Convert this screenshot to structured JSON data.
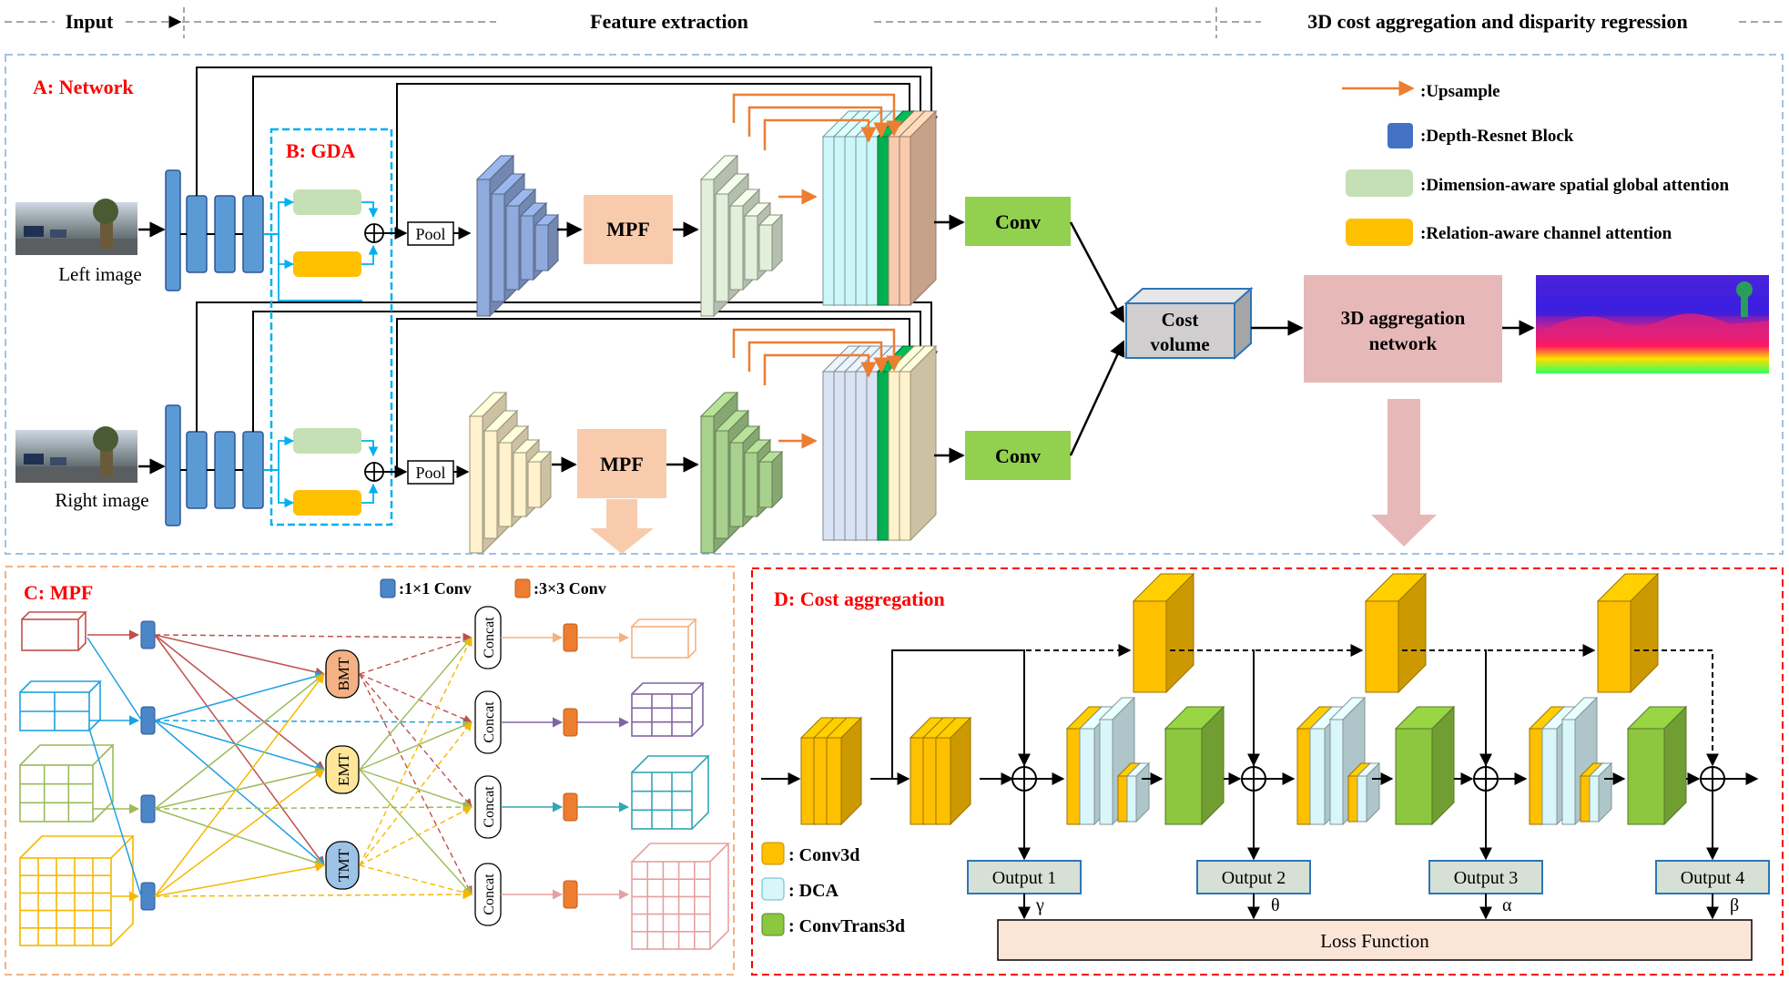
{
  "headers": {
    "input": "Input",
    "feature_extraction": "Feature extraction",
    "aggregation": "3D cost aggregation and disparity regression"
  },
  "panel_a": {
    "title": "A: Network",
    "left_image_label": "Left image",
    "right_image_label": "Right image",
    "gda_title": "B: GDA",
    "pool_label": "Pool",
    "mpf_label": "MPF",
    "conv_label": "Conv",
    "cost_volume_label": [
      "Cost",
      "volume"
    ],
    "aggregation_network_label": [
      "3D aggregation",
      "network"
    ],
    "plus_symbol": "⊕"
  },
  "legend_a": [
    {
      "label": ":Upsample",
      "kind": "arrow",
      "color": "#ed7d31"
    },
    {
      "label": ":Depth-Resnet Block",
      "kind": "box",
      "color": "#4472c4"
    },
    {
      "label": ":Dimension-aware spatial global attention",
      "kind": "box",
      "color": "#c5e0b4"
    },
    {
      "label": ":Relation-aware channel attention",
      "kind": "box",
      "color": "#ffc000"
    }
  ],
  "panel_c": {
    "title": "C: MPF",
    "legend": [
      {
        "label": ":1×1 Conv",
        "color": "#4a86c8"
      },
      {
        "label": ":3×3 Conv",
        "color": "#ed7d31"
      }
    ],
    "modules": [
      "BMT",
      "EMT",
      "TMT"
    ],
    "concat_label": "Concat"
  },
  "panel_d": {
    "title": "D: Cost aggregation",
    "outputs": [
      "Output 1",
      "Output 2",
      "Output 3",
      "Output 4"
    ],
    "weights": [
      "γ",
      "θ",
      "α",
      "β"
    ],
    "loss_label": "Loss Function",
    "legend": [
      {
        "label": ": Conv3d",
        "color": "#ffc000"
      },
      {
        "label": ": DCA",
        "color": "#d9f7fb"
      },
      {
        "label": ": ConvTrans3d",
        "color": "#8dc63f"
      }
    ]
  },
  "colors": {
    "resnet_blue": "#5b9bd5",
    "feature_blue": "#8faadc",
    "feature_cream": "#fff2cc",
    "feature_light_green": "#e2efda",
    "feature_green": "#a9d18e",
    "mpf_peach": "#f8cbad",
    "conv_green": "#92d050",
    "agg_pink": "#e6b9b8",
    "orange": "#ed7d31",
    "red_title": "#ff0000",
    "gda_border": "#00b0f0"
  }
}
